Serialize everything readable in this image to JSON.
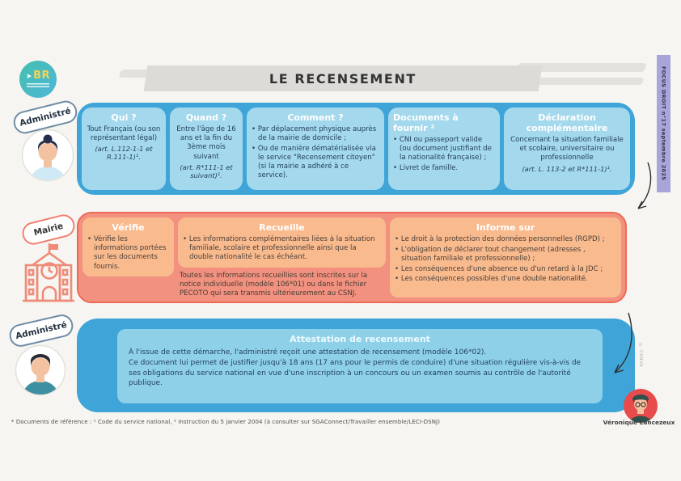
{
  "logo": {
    "text": "BR"
  },
  "header": {
    "title": "LE RECENSEMENT"
  },
  "ribbon": {
    "text": "FOCUS DROIT n°17 septembre 2025"
  },
  "actors": {
    "first": "Administré",
    "second": "Mairie",
    "third": "Administré"
  },
  "row1": {
    "cards": [
      {
        "title": "Qui ?",
        "text": "Tout Français (ou son représentant légal)",
        "citation": "(art. L.112-1-1 et R.111-1)¹."
      },
      {
        "title": "Quand ?",
        "text": "Entre l'âge de 16 ans et la fin du 3ème mois suivant",
        "citation": "(art. R*111-1 et suivant)¹."
      },
      {
        "title": "Comment ?",
        "bullets": [
          "Par déplacement physique auprès de la mairie de domicile ;",
          "Ou de manière dématérialisée via le service \"Recensement citoyen\" (si la mairie a adhéré à ce service)."
        ]
      },
      {
        "title": "Documents à fournir ²",
        "bullets": [
          "CNI ou passeport valide (ou document justifiant de la nationalité française) ;",
          "Livret de famille."
        ]
      },
      {
        "title": "Déclaration complémentaire",
        "text": "Concernant la situation familiale et scolaire, universitaire ou professionnelle",
        "citation": "(art. L. 113-2 et R*111-1)¹."
      }
    ]
  },
  "row2": {
    "cards": [
      {
        "title": "Vérifie",
        "bullets": [
          "Vérifie les informations portées sur les documents fournis."
        ]
      },
      {
        "title": "Recueille",
        "bullets": [
          "Les informations complémentaires liées à la situation familiale, scolaire et professionnelle ainsi que la double nationalité le cas échéant."
        ],
        "note": "Toutes les informations recueillies sont inscrites sur la notice individuelle (modèle 106*01) ou dans le fichier PECOTO qui sera transmis ultérieurement au CSNJ."
      },
      {
        "title": "Informe sur",
        "bullets": [
          "Le droit à la protection des données personnelles (RGPD) ;",
          "L'obligation de déclarer tout changement (adresses , situation familiale et professionnelle) ;",
          "Les conséquences d'une absence ou d'un retard à la JDC ;",
          "Les conséquences possibles d'une double nationalité."
        ]
      }
    ]
  },
  "row3": {
    "title": "Attestation de recensement",
    "paragraphs": [
      "À l'issue de cette démarche, l'administré reçoit une attestation de recensement (modèle 106*02).",
      "Ce document lui permet de justifier jusqu'à 18 ans (17 ans pour le permis de conduire) d'une situation régulière vis-à-vis de ses obligations du service national en vue d'une inscription à un concours ou un examen soumis au contrôle de l'autorité publique."
    ]
  },
  "footer": {
    "text": "* Documents de référence : ¹ Code du service national, ² Instruction du 5 janvier 2004 (à consulter sur SGAConnect/Travailler ensemble/LECI-DSNJ)"
  },
  "credit": {
    "name": "Véronique Lancezeux",
    "watermark": "© CANVA"
  }
}
